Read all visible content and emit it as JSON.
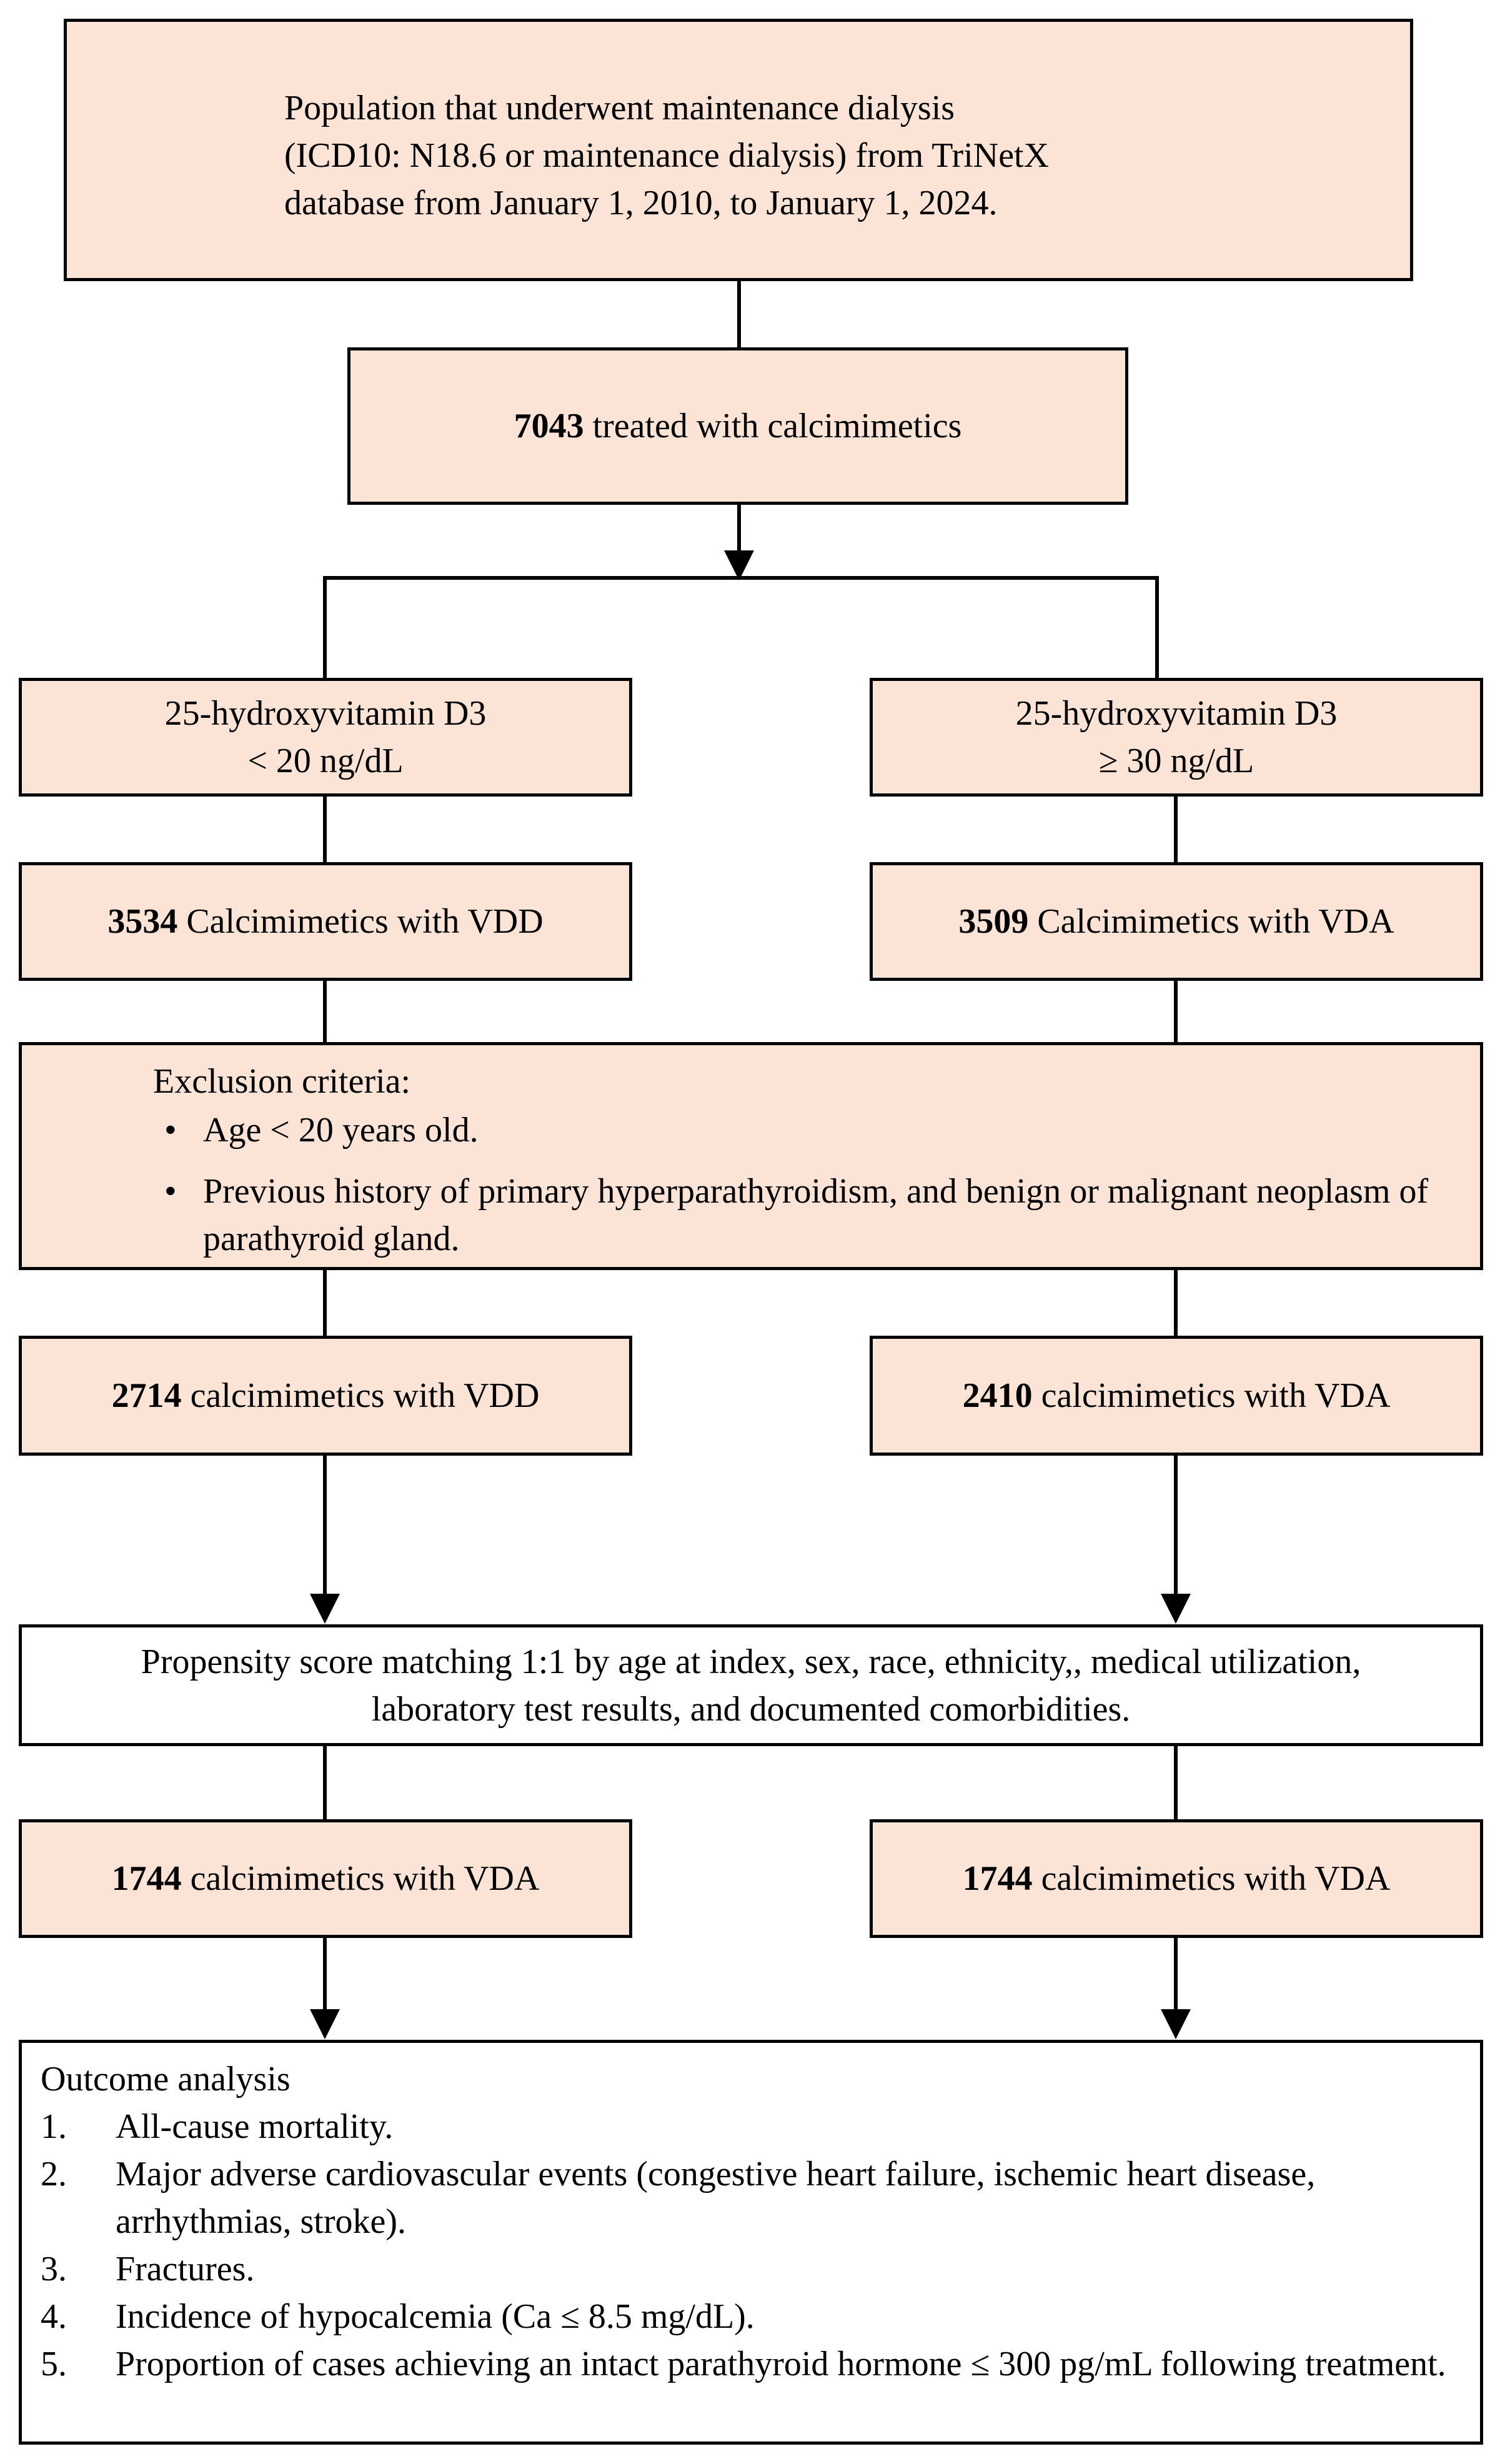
{
  "colors": {
    "box_fill": "#fbe3d6",
    "white_fill": "#ffffff",
    "stroke": "#000000"
  },
  "population": {
    "lines": [
      "Population that underwent maintenance dialysis",
      "(ICD10: N18.6 or maintenance dialysis) from TriNetX",
      "database from January 1, 2010, to January 1, 2024."
    ]
  },
  "treated": {
    "count": "7043",
    "text": " treated with calcimimetics"
  },
  "left_group": {
    "line1": "25-hydroxyvitamin D3",
    "line2": "< 20 ng/dL"
  },
  "right_group": {
    "line1": "25-hydroxyvitamin D3",
    "line2": "≥ 30 ng/dL"
  },
  "left_initial": {
    "count": "3534",
    "text": " Calcimimetics with VDD"
  },
  "right_initial": {
    "count": "3509",
    "text": " Calcimimetics with VDA"
  },
  "exclusion": {
    "title": "Exclusion criteria:",
    "bullet": "•",
    "items": [
      "Age < 20 years old.",
      "Previous history of primary hyperparathyroidism, and benign or malignant neoplasm of parathyroid gland."
    ]
  },
  "left_after_exclusion": {
    "count": "2714",
    "text": " calcimimetics with VDD"
  },
  "right_after_exclusion": {
    "count": "2410",
    "text": " calcimimetics with VDA"
  },
  "matching": {
    "line1": "Propensity score matching 1:1 by age at index, sex, race, ethnicity,, medical utilization,",
    "line2": "laboratory test results, and documented comorbidities."
  },
  "left_matched": {
    "count": "1744",
    "text": " calcimimetics with VDA"
  },
  "right_matched": {
    "count": "1744",
    "text": " calcimimetics with VDA"
  },
  "outcome": {
    "title": "Outcome analysis",
    "items": [
      {
        "num": "1.",
        "text": "All-cause mortality."
      },
      {
        "num": "2.",
        "text": "Major adverse cardiovascular events (congestive heart failure, ischemic heart disease, arrhythmias, stroke)."
      },
      {
        "num": "3.",
        "text": "Fractures."
      },
      {
        "num": "4.",
        "text": "Incidence of hypocalcemia (Ca ≤ 8.5 mg/dL)."
      },
      {
        "num": "5.",
        "text": "Proportion of cases achieving an intact parathyroid hormone ≤ 300 pg/mL following treatment."
      }
    ]
  }
}
